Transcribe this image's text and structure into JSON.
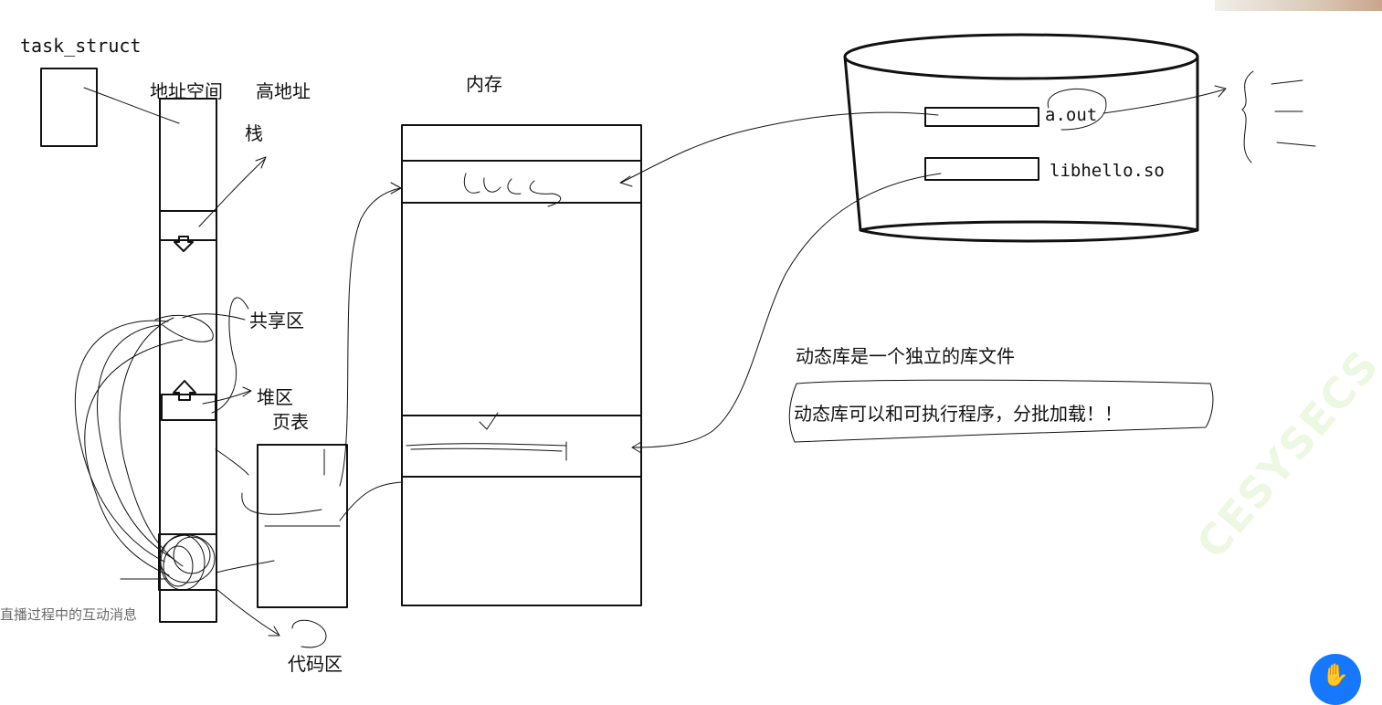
{
  "labels": {
    "task_struct": "task_struct",
    "address_space": "地址空间",
    "high_address": "高地址",
    "stack": "栈",
    "shared_region": "共享区",
    "heap": "堆区",
    "page_table": "页表",
    "code_region": "代码区",
    "memory": "内存",
    "file_aout": "a.out",
    "file_libhello": "libhello.so",
    "note_1": "动态库是一个独立的库文件",
    "note_2": "动态库可以和可执行程序，分批加载！！"
  },
  "overlay": {
    "live_messages_toast": "直播过程中的互动消息",
    "raise_hand_icon": "hand-icon"
  },
  "colors": {
    "ink": "#111111",
    "background": "#ffffff",
    "button_blue": "#1677ff",
    "toast_text": "#6b6b6b"
  }
}
